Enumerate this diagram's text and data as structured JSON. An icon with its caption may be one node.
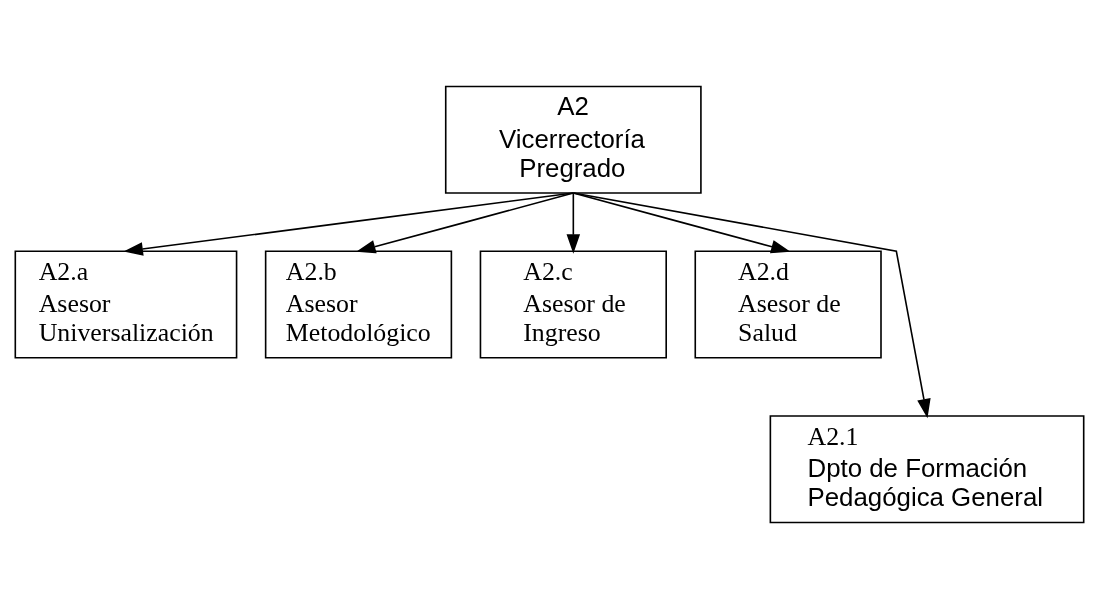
{
  "diagram": {
    "nodes": [
      {
        "text": [
          "A2",
          "Vicerrectoría Pregrado"
        ]
      },
      {
        "text": [
          "A2.a",
          "Asesor Universalización"
        ]
      },
      {
        "text": [
          "A2.b",
          "Asesor Metodológico"
        ]
      },
      {
        "text": [
          "A2.c",
          "Asesor de Ingreso"
        ]
      },
      {
        "text": [
          "A2.d",
          "Asesor de Salud"
        ]
      },
      {
        "text": [
          "A2.1",
          "Dpto de Formación Pedagógica General"
        ]
      }
    ],
    "edges": [
      {
        "from": 0,
        "to": 1,
        "arrow": "to"
      },
      {
        "from": 0,
        "to": 2,
        "arrow": "to"
      },
      {
        "from": 0,
        "to": 5,
        "arrow": "to"
      },
      {
        "from": 0,
        "to": 3,
        "arrow": "to"
      },
      {
        "from": 0,
        "to": 4,
        "arrow": "to"
      }
    ]
  }
}
